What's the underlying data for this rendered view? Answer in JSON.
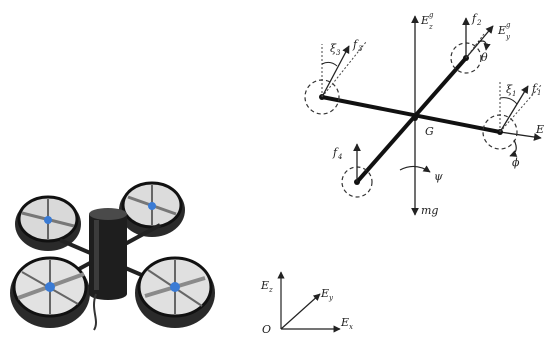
{
  "figure": {
    "photo": {
      "alt": "Quadrotor prototype with four ducted propellers"
    },
    "body_frame": {
      "origin": "G",
      "axis_z": "E",
      "axis_z_sub": "z",
      "axis_z_sup": "g",
      "axis_y": "E",
      "axis_y_sub": "y",
      "axis_y_sup": "g",
      "axis_x": "E",
      "forces": [
        {
          "sym": "f",
          "sub": "1"
        },
        {
          "sym": "f",
          "sub": "2"
        },
        {
          "sym": "f",
          "sub": "3"
        },
        {
          "sym": "f",
          "sub": "4"
        }
      ],
      "tilts": [
        {
          "sym": "ξ",
          "sub": "1"
        },
        {
          "sym": "ξ",
          "sub": "3"
        }
      ],
      "angles": {
        "theta": "θ",
        "phi": "ϕ",
        "psi": "ψ"
      },
      "gravity": "mg"
    },
    "inertial_frame": {
      "origin": "O",
      "axis_z": "E",
      "axis_z_sub": "z",
      "axis_y": "E",
      "axis_y_sub": "y",
      "axis_x": "E",
      "axis_x_sub": "x"
    }
  }
}
